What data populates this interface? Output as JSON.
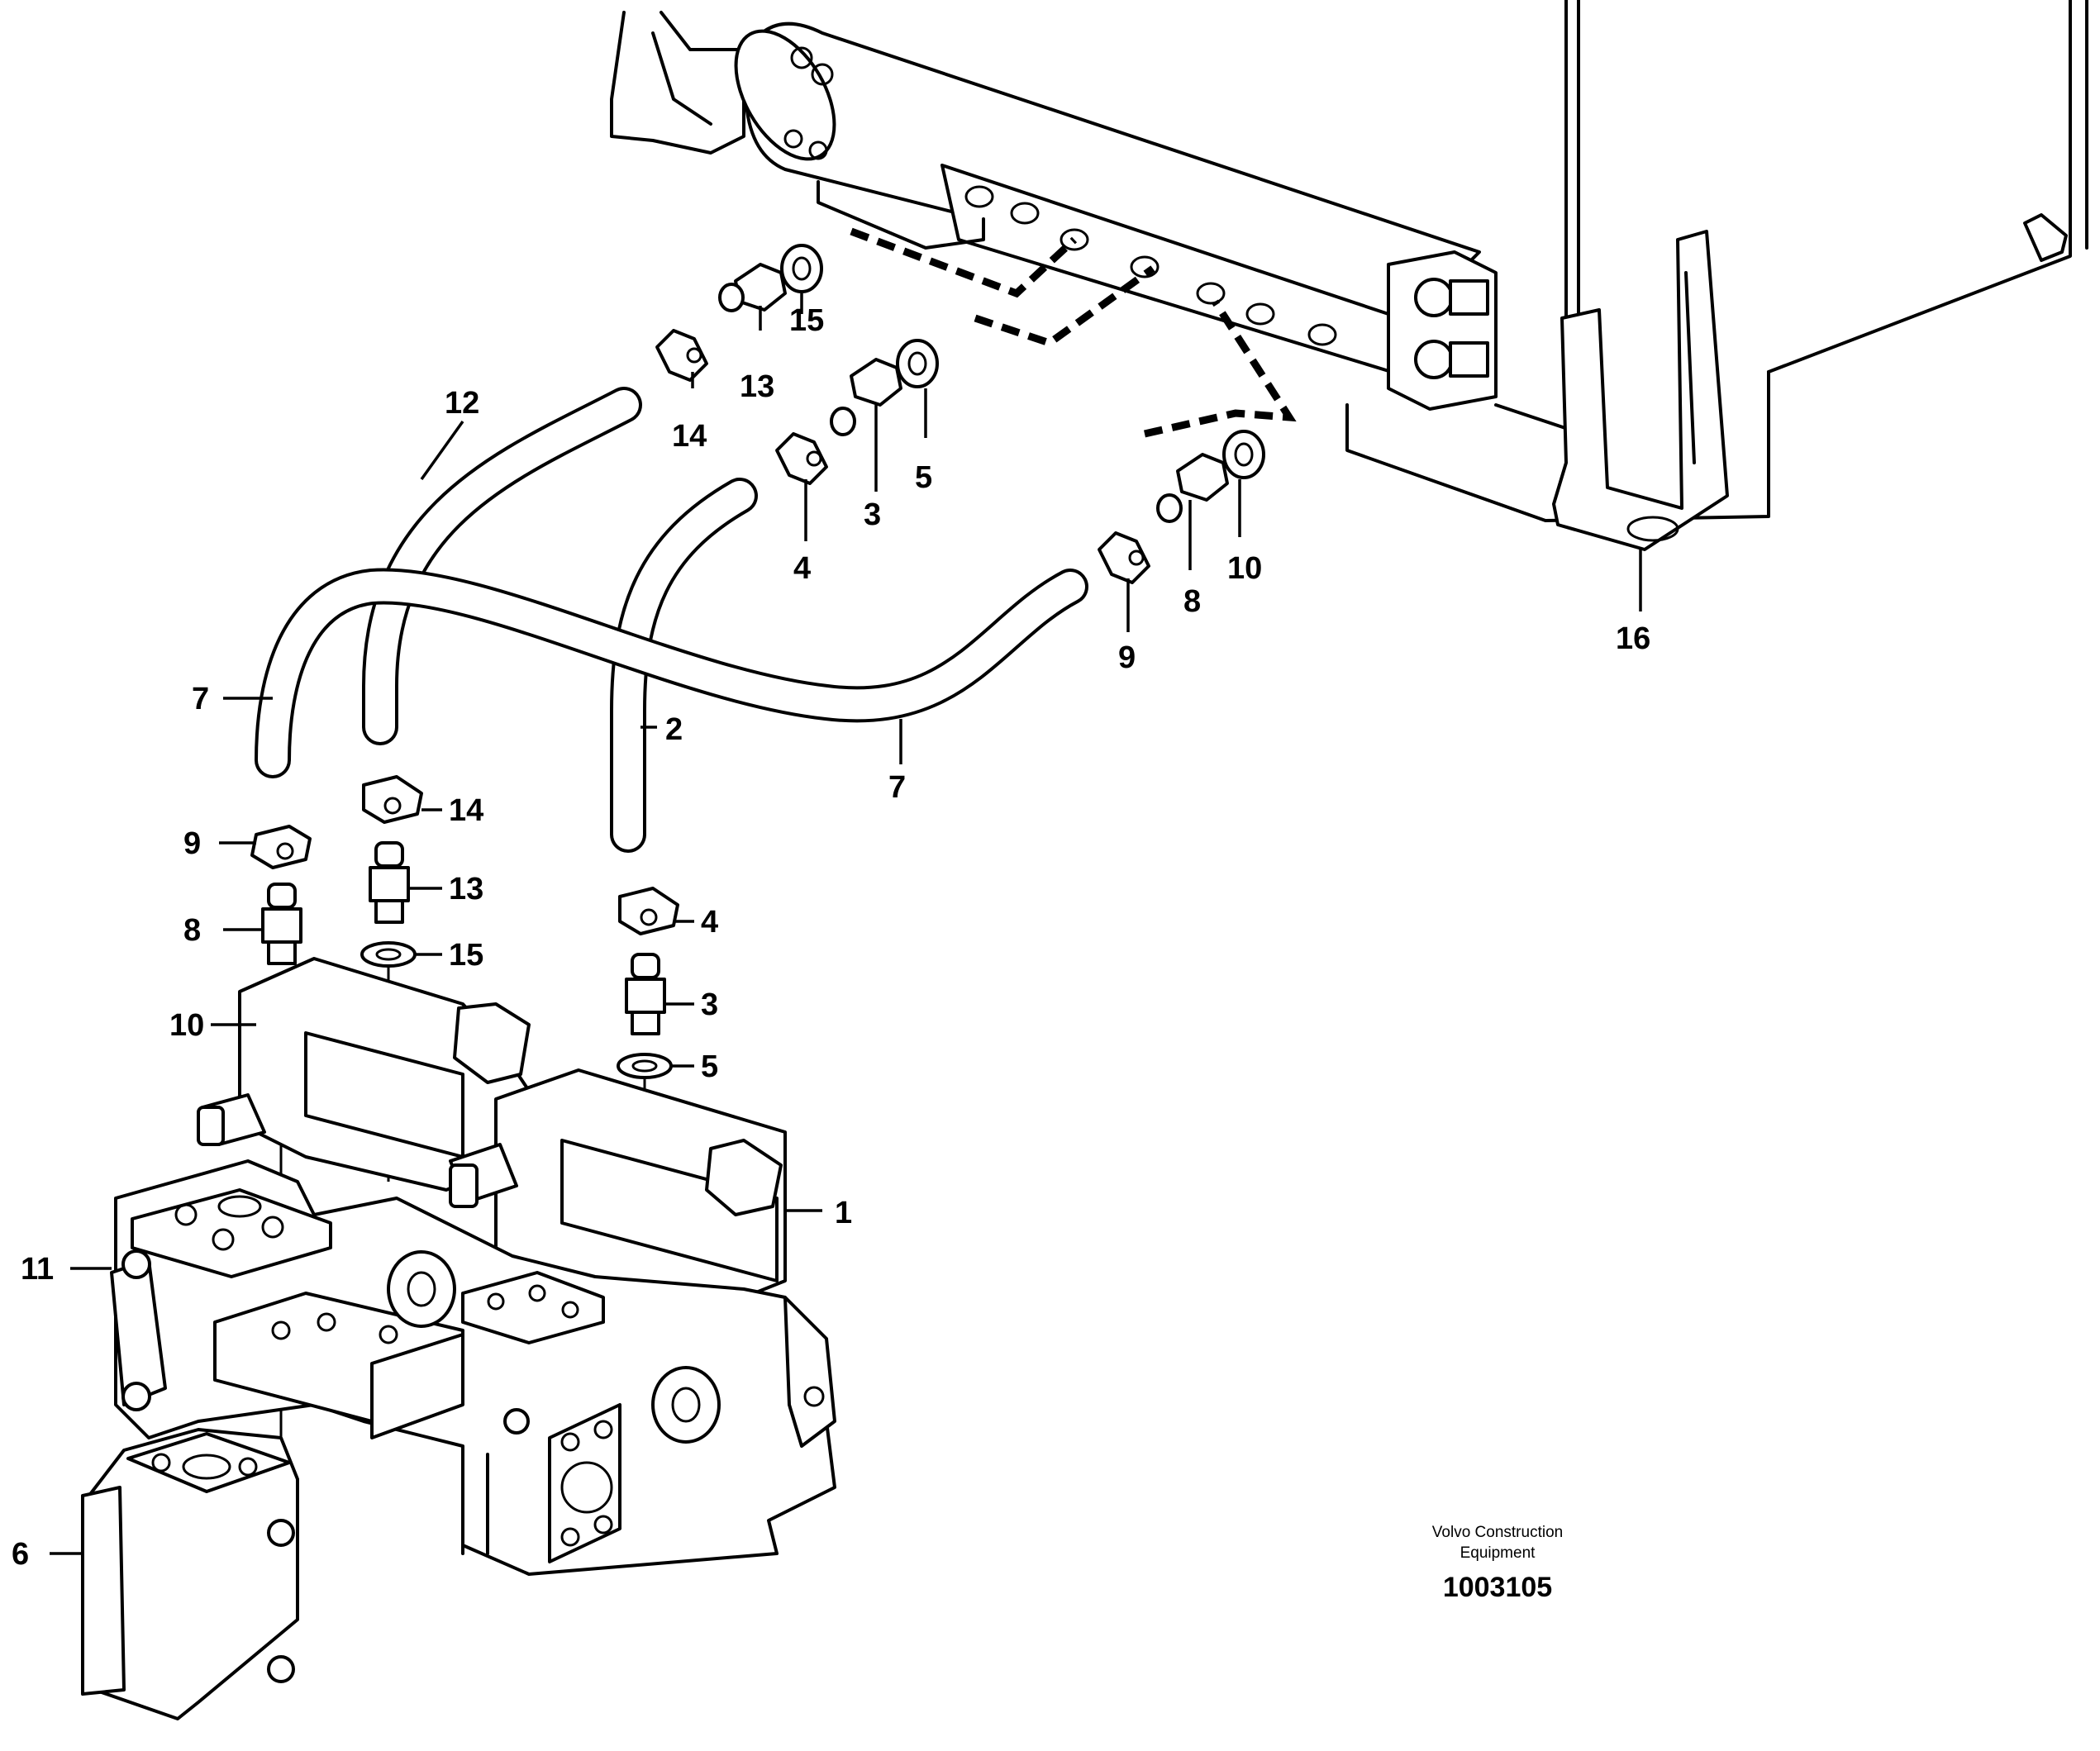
{
  "callouts": [
    {
      "id": "c1",
      "text": "1"
    },
    {
      "id": "c2",
      "text": "2"
    },
    {
      "id": "c3a",
      "text": "3"
    },
    {
      "id": "c3b",
      "text": "3"
    },
    {
      "id": "c4a",
      "text": "4"
    },
    {
      "id": "c4b",
      "text": "4"
    },
    {
      "id": "c5a",
      "text": "5"
    },
    {
      "id": "c5b",
      "text": "5"
    },
    {
      "id": "c6",
      "text": "6"
    },
    {
      "id": "c7a",
      "text": "7"
    },
    {
      "id": "c7b",
      "text": "7"
    },
    {
      "id": "c8a",
      "text": "8"
    },
    {
      "id": "c8b",
      "text": "8"
    },
    {
      "id": "c9a",
      "text": "9"
    },
    {
      "id": "c9b",
      "text": "9"
    },
    {
      "id": "c10a",
      "text": "10"
    },
    {
      "id": "c10b",
      "text": "10"
    },
    {
      "id": "c11",
      "text": "11"
    },
    {
      "id": "c12",
      "text": "12"
    },
    {
      "id": "c13a",
      "text": "13"
    },
    {
      "id": "c13b",
      "text": "13"
    },
    {
      "id": "c14a",
      "text": "14"
    },
    {
      "id": "c14b",
      "text": "14"
    },
    {
      "id": "c15a",
      "text": "15"
    },
    {
      "id": "c15b",
      "text": "15"
    },
    {
      "id": "c16",
      "text": "16"
    }
  ],
  "credit": {
    "line1": "Volvo Construction",
    "line2": "Equipment",
    "number": "1003105"
  }
}
